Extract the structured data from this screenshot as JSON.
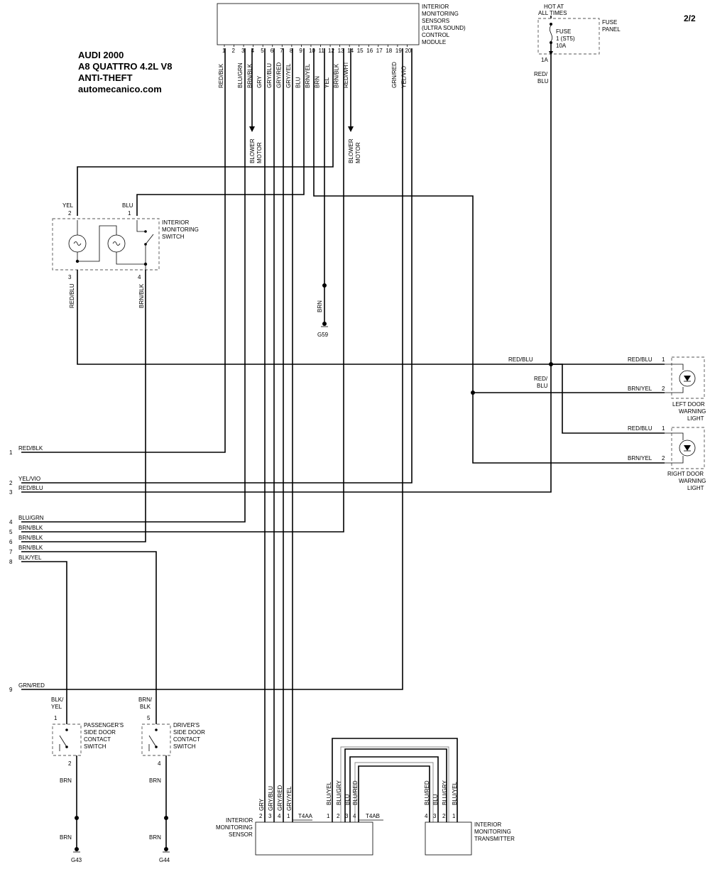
{
  "header": {
    "title_lines": [
      "AUDI 2000",
      "A8 QUATTRO 4.2L V8",
      "ANTI-THEFT",
      "automecanico.com"
    ],
    "page": "2/2"
  },
  "control_module": {
    "label_lines": [
      "INTERIOR",
      "MONITORING",
      "SENSORS",
      "(ULTRA SOUND)",
      "CONTROL",
      "MODULE"
    ],
    "pins": [
      "1",
      "2",
      "3",
      "4",
      "5",
      "6",
      "7",
      "8",
      "9",
      "10",
      "11",
      "12",
      "13",
      "14",
      "15",
      "16",
      "17",
      "18",
      "19",
      "20"
    ],
    "wires": [
      "RED/BLK",
      "",
      "BLU/GRN",
      "BRN/BLK",
      "GRY",
      "GRY/BLU",
      "GRY/RED",
      "GRY/YEL",
      "BLU",
      "BRN/YEL",
      "BRN",
      "YEL",
      "BRN/BLK",
      "RED/WHT",
      "",
      "",
      "",
      "",
      "GRN/RED",
      "YEL/VIO"
    ]
  },
  "blower": {
    "label_lines": [
      "BLOWER",
      "MOTOR"
    ]
  },
  "fuse": {
    "hot_lines": [
      "HOT AT",
      "ALL TIMES"
    ],
    "panel_lines": [
      "FUSE",
      "PANEL"
    ],
    "fuse_lines": [
      "FUSE",
      "1 (ST5)",
      "10A"
    ],
    "terminal": "1A",
    "wire_lines": [
      "RED/",
      "BLU"
    ]
  },
  "switch": {
    "label_lines": [
      "INTERIOR",
      "MONITORING",
      "SWITCH"
    ],
    "pin_top_left": "2",
    "wire_top_left": "YEL",
    "pin_top_right": "1",
    "wire_top_right": "BLU",
    "pin_bot_left": "3",
    "wire_bot_left": "RED/BLU",
    "pin_bot_right": "4",
    "wire_bot_right": "BRN/BLK"
  },
  "ground_g59": {
    "wire": "BRN",
    "label": "G59"
  },
  "left_door_light": {
    "label_lines": [
      "LEFT DOOR",
      "WARNING",
      "LIGHT"
    ],
    "pin1": "1",
    "pin1_wire": "RED/BLU",
    "pin2": "2",
    "pin2_wire": "BRN/YEL"
  },
  "right_door_light": {
    "label_lines": [
      "RIGHT DOOR",
      "WARNING",
      "LIGHT"
    ],
    "pin1": "1",
    "pin1_wire": "RED/BLU",
    "pin2": "2",
    "pin2_wire": "BRN/YEL"
  },
  "bus_labels": {
    "red_blu_main": "RED/BLU",
    "red_blu_split_lines": [
      "RED/",
      "BLU"
    ]
  },
  "left_terminals": [
    {
      "num": "1",
      "wire": "RED/BLK"
    },
    {
      "num": "2",
      "wire": "YEL/VIO"
    },
    {
      "num": "3",
      "wire": "RED/BLU"
    },
    {
      "num": "4",
      "wire": "BLU/GRN"
    },
    {
      "num": "5",
      "wire": "BRN/BLK"
    },
    {
      "num": "6",
      "wire": "BRN/BLK"
    },
    {
      "num": "7",
      "wire": "BRN/BLK"
    },
    {
      "num": "8",
      "wire": "BLK/YEL"
    },
    {
      "num": "9",
      "wire": "GRN/RED"
    }
  ],
  "passenger_switch": {
    "label_lines": [
      "PASSENGER'S",
      "SIDE DOOR",
      "CONTACT",
      "SWITCH"
    ],
    "top_wire_lines": [
      "BLK/",
      "YEL"
    ],
    "pin_top": "1",
    "pin_bot": "2",
    "wire_mid": "BRN",
    "wire_low": "BRN",
    "ground": "G43"
  },
  "driver_switch": {
    "label_lines": [
      "DRIVER'S",
      "SIDE DOOR",
      "CONTACT",
      "SWITCH"
    ],
    "top_wire_lines": [
      "BRN/",
      "BLK"
    ],
    "pin_top": "5",
    "pin_bot": "4",
    "wire_mid": "BRN",
    "wire_low": "BRN",
    "ground": "G44"
  },
  "sensor": {
    "label_lines": [
      "INTERIOR",
      "MONITORING",
      "SENSOR"
    ],
    "conn_a": "T4AA",
    "conn_b": "T4AB",
    "pins_a": [
      "2",
      "3",
      "4",
      "1"
    ],
    "wires_a": [
      "GRY",
      "GRY/BLU",
      "GRY/RED",
      "GRY/YEL"
    ],
    "pins_b": [
      "1",
      "2",
      "3",
      "4"
    ],
    "wires_b": [
      "BLU/YEL",
      "BLU/GRY",
      "BLU",
      "BLU/RED"
    ]
  },
  "transmitter": {
    "label_lines": [
      "INTERIOR",
      "MONITORING",
      "TRANSMITTER"
    ],
    "pins": [
      "4",
      "3",
      "2",
      "1"
    ],
    "wires": [
      "BLU/RED",
      "BLU",
      "BLU/GRY",
      "BLU/YEL"
    ]
  }
}
